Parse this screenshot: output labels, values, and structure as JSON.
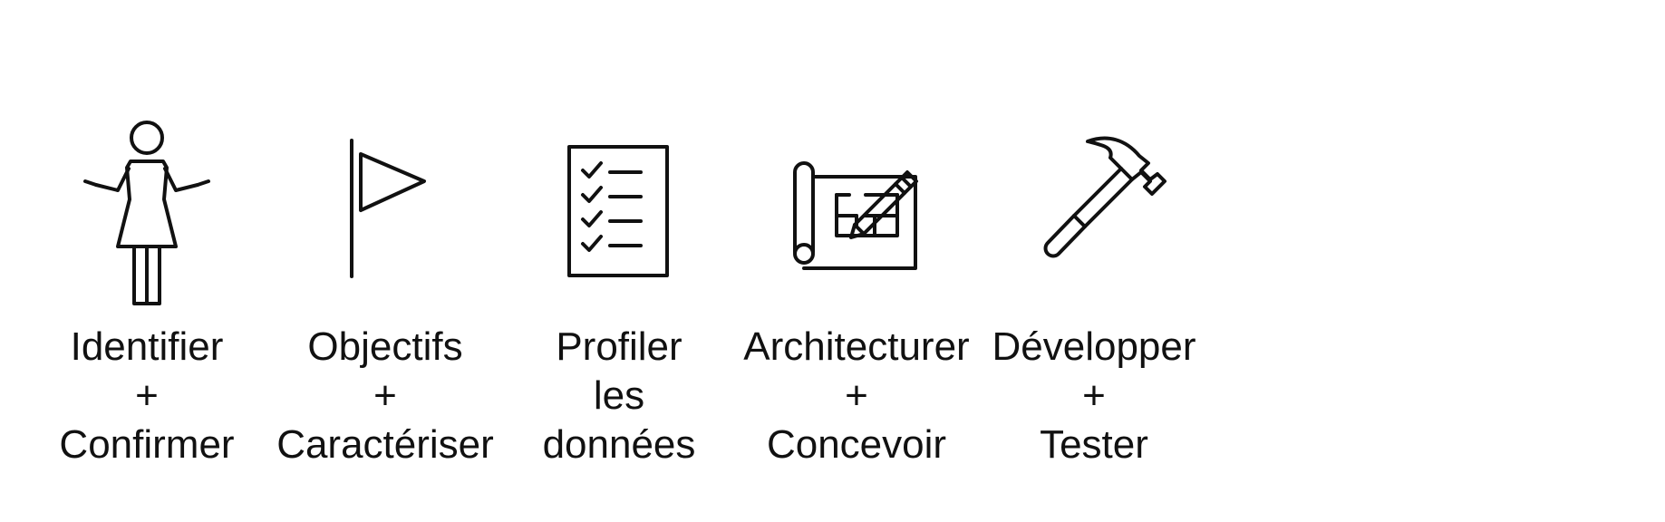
{
  "steps": [
    {
      "icon": "woman-shrugging-icon",
      "lines": [
        "Identifier",
        "+",
        "Confirmer"
      ]
    },
    {
      "icon": "flag-icon",
      "lines": [
        "Objectifs",
        "+",
        "Caractériser"
      ]
    },
    {
      "icon": "checklist-icon",
      "lines": [
        "Profiler",
        "les",
        "données"
      ]
    },
    {
      "icon": "blueprint-pencil-icon",
      "lines": [
        "Architecturer",
        "+",
        "Concevoir"
      ]
    },
    {
      "icon": "hammer-icon",
      "lines": [
        "Développer",
        "+",
        "Tester"
      ]
    }
  ]
}
